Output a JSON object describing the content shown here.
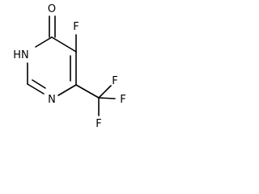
{
  "molecule": {
    "atoms": {
      "oxygen": "O",
      "nh": "HN",
      "fluorine_ring": "F",
      "nitrogen_ring": "N",
      "fluorine_cf3_top": "F",
      "fluorine_cf3_right": "F",
      "fluorine_cf3_bottom": "F"
    },
    "colors": {
      "bond": "#000000",
      "label": "#000000",
      "background": "#ffffff"
    }
  }
}
